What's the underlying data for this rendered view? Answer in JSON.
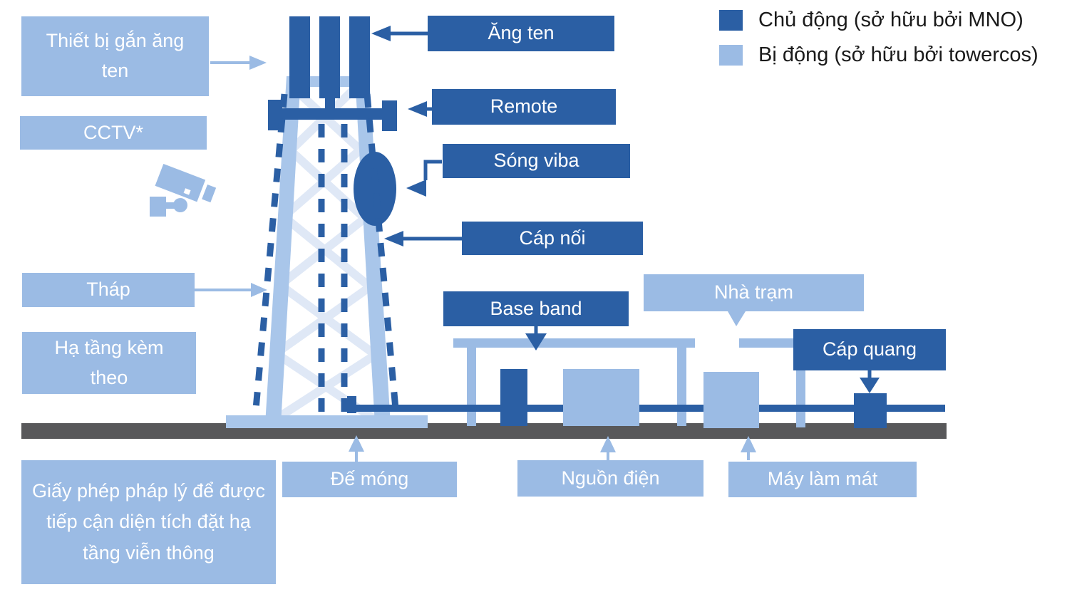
{
  "title": "Telecom tower infrastructure diagram",
  "colors": {
    "active_dark_blue": "#2B5FA4",
    "passive_light_blue": "#9BBBE4",
    "tower_leg_blue": "#A9C6EA",
    "lattice_pale_blue": "#DFE8F6",
    "ground_gray": "#58585A",
    "legend_text": "#1A1A1A",
    "box_text": "#FFFFFF"
  },
  "legend": {
    "items": [
      {
        "id": "active",
        "label": "Chủ động (sở hữu bởi MNO)"
      },
      {
        "id": "passive",
        "label": "Bị động (sở hữu bởi towercos)"
      }
    ]
  },
  "passive_labels": {
    "antenna_mount": "Thiết bị gắn ăng ten",
    "cctv": "CCTV*",
    "tower": "Tháp",
    "aux_infra": "Hạ tầng kèm theo",
    "legal_permit": "Giấy phép pháp lý để được tiếp cận diện tích đặt hạ tầng viễn thông",
    "foundation": "Đế móng",
    "power": "Nguồn điện",
    "cooling": "Máy làm mát",
    "shelter": "Nhà trạm"
  },
  "active_labels": {
    "antenna": "Ăng ten",
    "remote": "Remote",
    "microwave": "Sóng viba",
    "cable": "Cáp nối",
    "baseband": "Base band",
    "fiber": "Cáp quang"
  },
  "icons": {
    "cctv_camera": "cctv-camera-icon"
  }
}
